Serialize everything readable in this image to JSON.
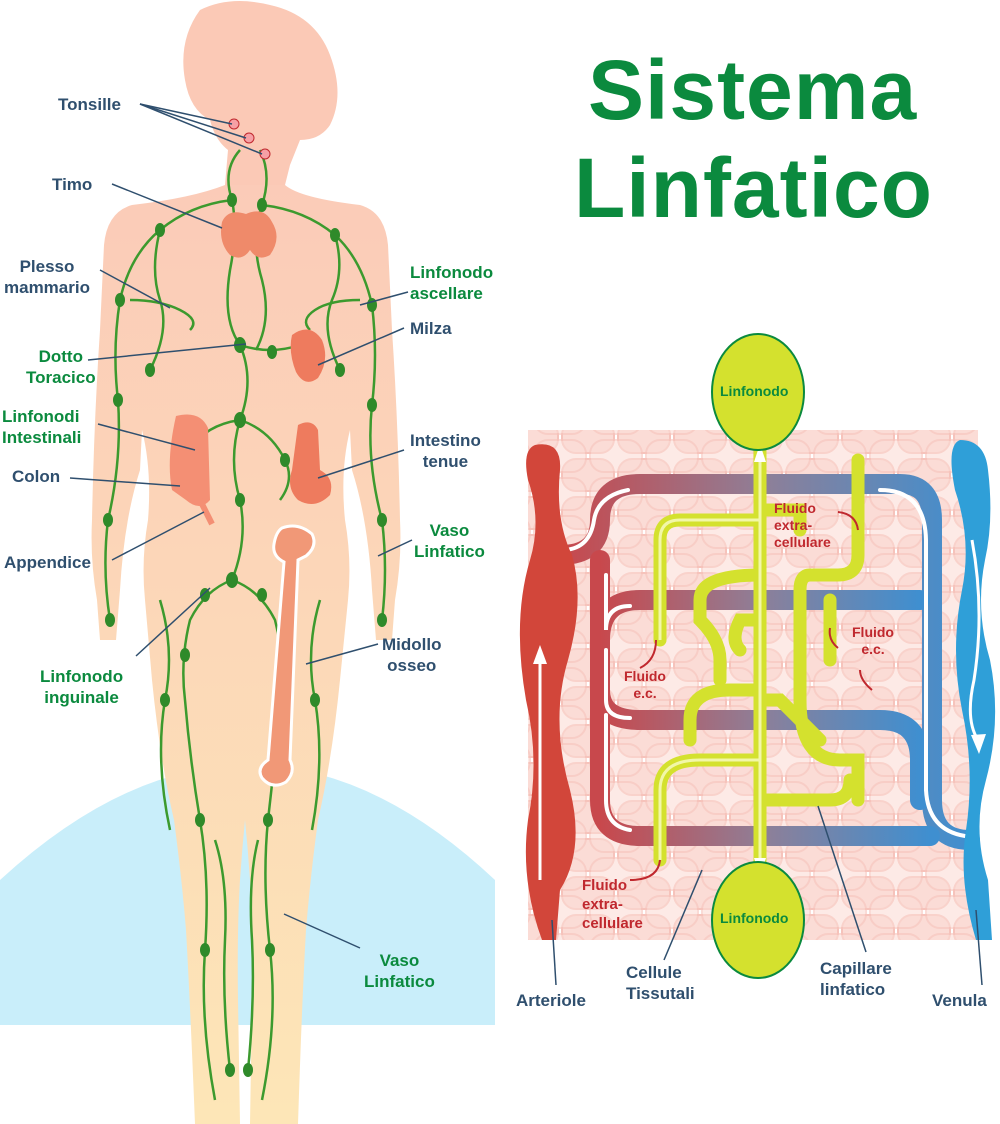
{
  "title": {
    "line1": "Sistema",
    "line2": "Linfatico"
  },
  "body_labels": {
    "tonsille": "Tonsille",
    "timo": "Timo",
    "plesso_mammario": [
      "Plesso",
      "mammario"
    ],
    "dotto_toracico": [
      "Dotto",
      "Toracico"
    ],
    "linfonodi_intestinali": [
      "Linfonodi",
      "Intestinali"
    ],
    "colon": "Colon",
    "appendice": "Appendice",
    "linfonodo_inguinale": [
      "Linfonodo",
      "inguinale"
    ],
    "linfonodo_ascellare": [
      "Linfonodo",
      "ascellare"
    ],
    "milza": "Milza",
    "intestino_tenue": [
      "Intestino",
      "tenue"
    ],
    "vaso_linfatico_arm": [
      "Vaso",
      "Linfatico"
    ],
    "midollo_osseo": [
      "Midollo",
      "osseo"
    ],
    "vaso_linfatico_leg": [
      "Vaso",
      "Linfatico"
    ]
  },
  "capillary_labels": {
    "linfonodo_top": "Linfonodo",
    "linfonodo_bottom": "Linfonodo",
    "fluido_top": [
      "Fluido",
      "extra-",
      "cellulare"
    ],
    "fluido_ec_right": [
      "Fluido",
      "e.c."
    ],
    "fluido_ec_left": [
      "Fluido",
      "e.c."
    ],
    "fluido_bottom": [
      "Fluido",
      "extra-",
      "cellulare"
    ],
    "arteriole": "Arteriole",
    "cellule_tissutali": [
      "Cellule",
      "Tissutali"
    ],
    "capillare_linfatico": [
      "Capillare",
      "linfatico"
    ],
    "venula": "Venula"
  },
  "colors": {
    "title_green": "#0b8a3e",
    "label_blue": "#2f4f6e",
    "label_red": "#c0282e",
    "body_skin": "#fcd3b4",
    "lymph_green": "#3c9a2e",
    "organ_orange": "#ee8a6c",
    "artery_red": "#d2463a",
    "vein_blue": "#2f8fd0",
    "capillary_yellow": "#d4e12e",
    "dome_blue": "#c9eefa"
  }
}
